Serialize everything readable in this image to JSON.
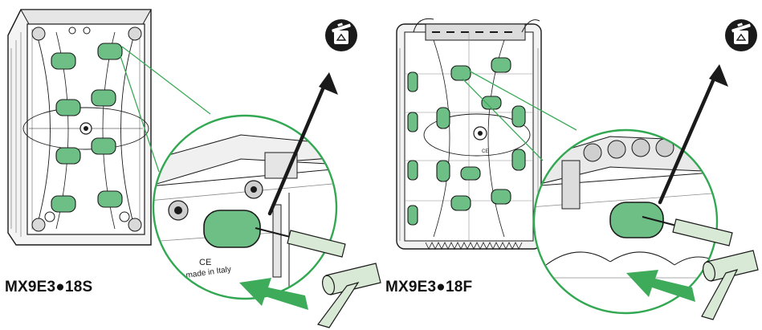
{
  "panels": [
    {
      "model_label": "MX9E3●18S",
      "marking_ce": "CE",
      "marking_made_in": "made in Italy"
    },
    {
      "model_label": "MX9E3●18F",
      "marking_ce": "CE"
    }
  ],
  "icons": {
    "disposal": "recycle-bin-icon",
    "tool": "hammer-icon",
    "direction": "arrow-icon"
  },
  "colors": {
    "knockout_fill": "#6dbf86",
    "accent_green": "#3dab5a",
    "magnifier_ring": "#33a853",
    "tool_fill": "#d8e9d5",
    "line": "#1a1a1a",
    "housing_gray": "#8c8c8c"
  }
}
